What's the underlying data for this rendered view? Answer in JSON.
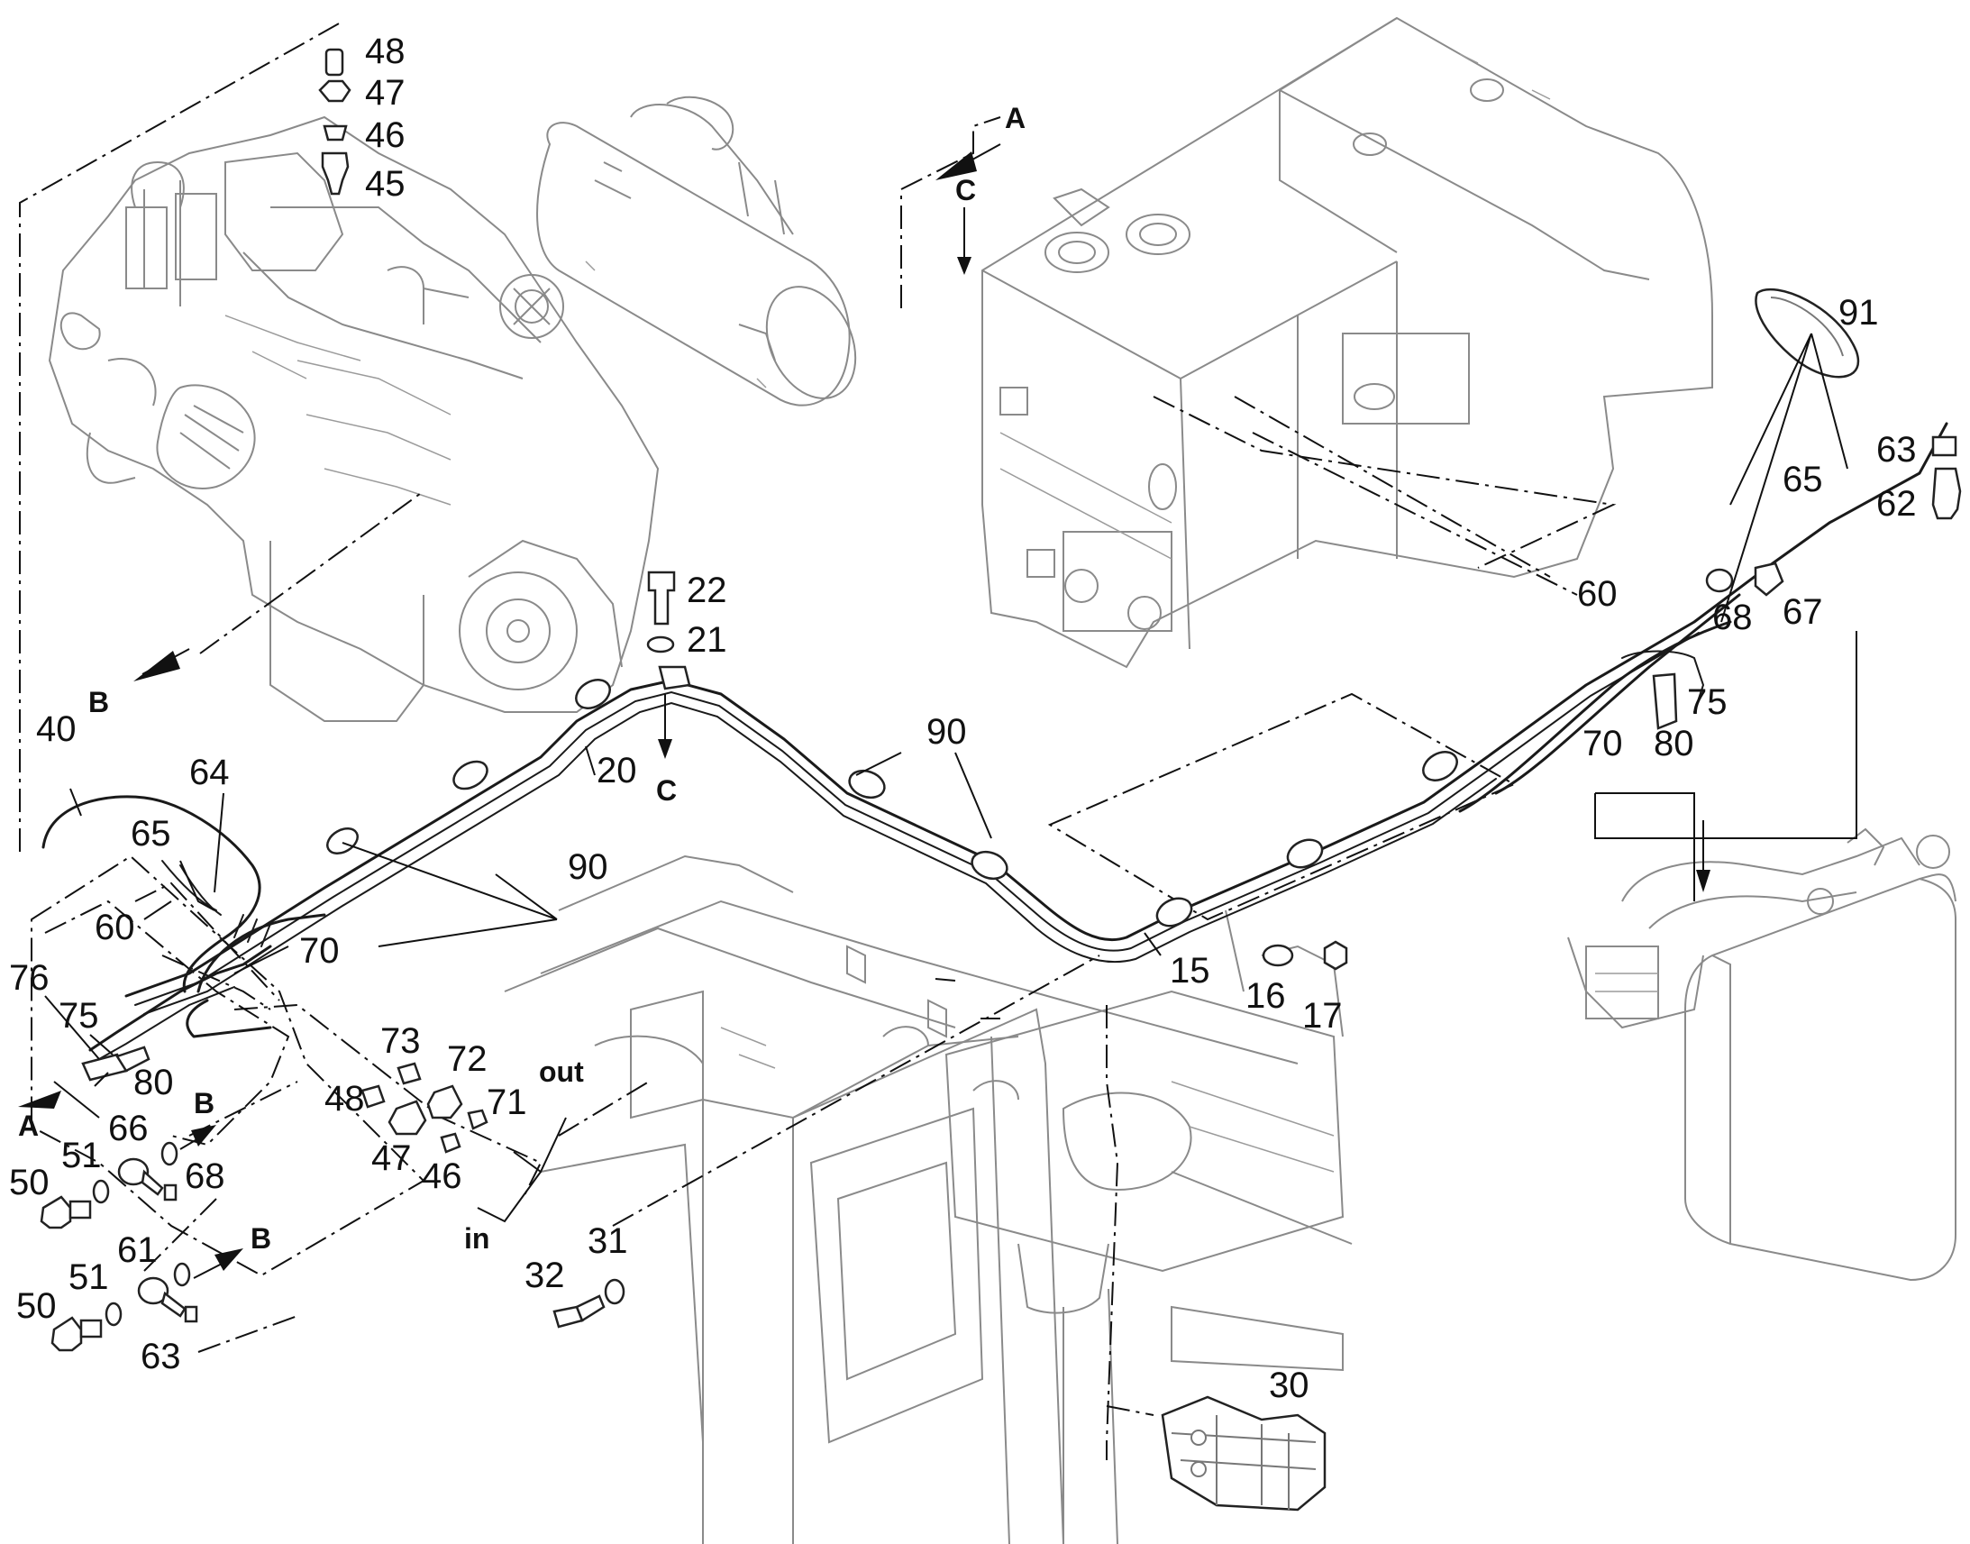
{
  "labels": {
    "p48a": "48",
    "p47a": "47",
    "p46a": "46",
    "p45": "45",
    "p22": "22",
    "p21": "21",
    "p20": "20",
    "p90a": "90",
    "p90b": "90",
    "p15": "15",
    "p16": "16",
    "p17": "17",
    "p91": "91",
    "p63a": "63",
    "p62": "62",
    "p65a": "65",
    "p60a": "60",
    "p68a": "68",
    "p67": "67",
    "p75a": "75",
    "p70a": "70",
    "p80a": "80",
    "p40": "40",
    "p64": "64",
    "p65b": "65",
    "p60b": "60",
    "p70b": "70",
    "p76": "76",
    "p75b": "75",
    "p80b": "80",
    "p73": "73",
    "p72": "72",
    "p71": "71",
    "p48b": "48",
    "p47b": "47",
    "p46b": "46",
    "out": "out",
    "in": "in",
    "p66": "66",
    "p51a": "51",
    "p50a": "50",
    "p68b": "68",
    "p61": "61",
    "p51b": "51",
    "p50b": "50",
    "p63b": "63",
    "p32": "32",
    "p31": "31",
    "p30": "30"
  },
  "refs": {
    "A_top": "A",
    "A_left": "A",
    "B_engine": "B",
    "B_mid": "B",
    "B_low": "B",
    "C_top": "C",
    "C_mid": "C"
  },
  "colors": {
    "line": "#111111",
    "background": "#ffffff",
    "linework": "#8a8a8a"
  }
}
